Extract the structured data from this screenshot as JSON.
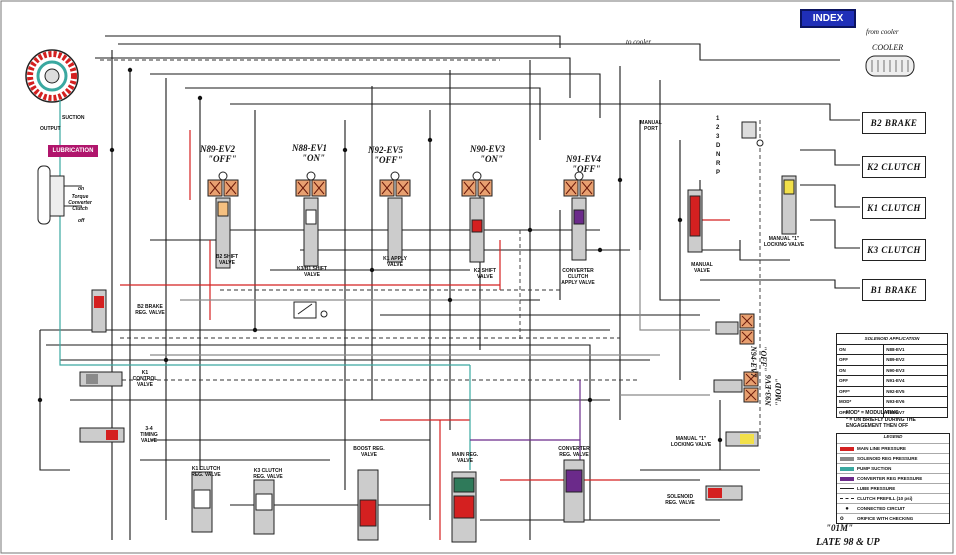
{
  "index_button": "INDEX",
  "from_cooler": "from cooler",
  "to_cooler": "to cooler",
  "cooler": "COOLER",
  "right_boxes": [
    "B2 BRAKE",
    "K2 CLUTCH",
    "K1 CLUTCH",
    "K3 CLUTCH",
    "B1 BRAKE"
  ],
  "solenoids": [
    {
      "name": "N89-EV2",
      "state": "\"OFF\"",
      "valve": "B2 SHIFT VALVE"
    },
    {
      "name": "N88-EV1",
      "state": "\"ON\"",
      "valve": "K3/B1 SHIFT VALVE"
    },
    {
      "name": "N92-EV5",
      "state": "\"OFF\"",
      "valve": "K1 APPLY VALVE"
    },
    {
      "name": "N90-EV3",
      "state": "\"ON\"",
      "valve": "K2 SHIFT VALVE"
    },
    {
      "name": "N91-EV4",
      "state": "\"OFF\"",
      "valve": "CONVERTER CLUTCH APPLY VALVE"
    }
  ],
  "side_solenoids": [
    {
      "name": "N94-EV7",
      "state": "\"OFF\""
    },
    {
      "name": "N93-EV6",
      "state": "\"MOD\""
    }
  ],
  "gear_positions": [
    "1",
    "2",
    "3",
    "D",
    "N",
    "R",
    "P"
  ],
  "labels": {
    "lubrication": "LUBRICATION",
    "suction": "SUCTION",
    "output": "OUTPUT",
    "torque_on": "on",
    "torque_text": "Torque Converter Clutch",
    "torque_off": "off",
    "b2_brake_reg": "B2 BRAKE REG. VALVE",
    "k1_control": "K1 CONTROL VALVE",
    "timing_34": "3-4 TIMING VALVE",
    "k1_clutch_reg": "K1 CLUTCH REG. VALVE",
    "k3_clutch_reg": "K3 CLUTCH REG. VALVE",
    "boost_reg": "BOOST REG. VALVE",
    "main_reg": "MAIN REG. VALVE",
    "converter_reg": "CONVERTER REG. VALVE",
    "manual_valve": "MANUAL VALVE",
    "manual_1_locking": "MANUAL \"1\" LOCKING VALVE",
    "manual_1_locking_2": "MANUAL \"1\" LOCKING VALVE",
    "solenoid_reg": "SOLENOID REG. VALVE",
    "manual_port": "MANUAL PORT",
    "model_line1": "\"01M\"",
    "model_line2": "LATE 98 & UP"
  },
  "solenoid_table": {
    "title": "SOLENOID APPLICATION",
    "rows": [
      [
        "ON",
        "N88-EV1"
      ],
      [
        "OFF",
        "N89-EV2"
      ],
      [
        "ON",
        "N90-EV3"
      ],
      [
        "OFF",
        "N91-EV4"
      ],
      [
        "OFF*",
        "N92-EV5"
      ],
      [
        "MOD*",
        "N93-EV6"
      ],
      [
        "OFF",
        "N94-EV7"
      ]
    ],
    "note1": "MOD* = MODULATING",
    "note2": "* = ON BRIEFLY DURING THE ENGAGEMENT THEN OFF"
  },
  "legend": {
    "title": "LEGEND",
    "items": [
      {
        "label": "MAIN LINE PRESSURE",
        "color": "#d42020"
      },
      {
        "label": "SOLENOID REG PRESSURE",
        "color": "#8a8a8a"
      },
      {
        "label": "PUMP SUCTION",
        "color": "#3aa8a0"
      },
      {
        "label": "CONVERTER REG PRESSURE",
        "color": "#6b2a8a"
      },
      {
        "label": "LUBE PRESSURE",
        "color": "#222222"
      },
      {
        "label": "CLUTCH PREFILL (10 psi)",
        "color": "#222222"
      },
      {
        "label": "CONNECTED CIRCUIT",
        "color": "#222222"
      },
      {
        "label": "ORIFICE WITH CHECKING",
        "color": "#222222"
      }
    ]
  },
  "colors": {
    "main_line": "#d42020",
    "solenoid_reg": "#8a8a8a",
    "pump_suction": "#3aa8a0",
    "converter": "#6b2a8a",
    "lube": "#1a1a1a",
    "index_blue": "#1f2fb8",
    "lube_tag": "#b0156c"
  }
}
